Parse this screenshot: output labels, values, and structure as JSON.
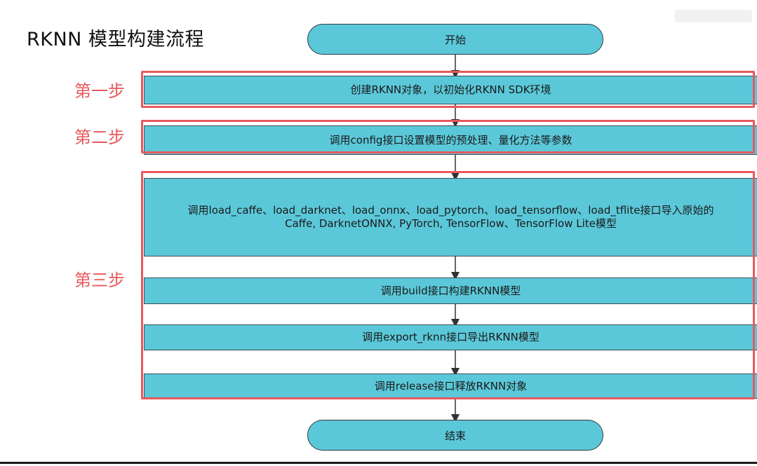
{
  "title": "RKNN 模型构建流程",
  "flow": {
    "start": "开始",
    "end": "结束",
    "steps": [
      "创建RKNN对象，以初始化RKNN SDK环境",
      "调用config接口设置模型的预处理、量化方法等参数",
      "调用load_caffe、load_darknet、load_onnx、load_pytorch、load_tensorflow、load_tflite接口导入原始的",
      "Caffe, DarknetONNX, PyTorch, TensorFlow、TensorFlow Lite模型",
      "调用build接口构建RKNN模型",
      "调用export_rknn接口导出RKNN模型",
      "调用release接口释放RKNN对象"
    ]
  },
  "annotations": {
    "step1": "第一步",
    "step2": "第二步",
    "step3": "第三步"
  },
  "colors": {
    "box_fill": "#5bc8d9",
    "highlight": "#e8595c"
  }
}
